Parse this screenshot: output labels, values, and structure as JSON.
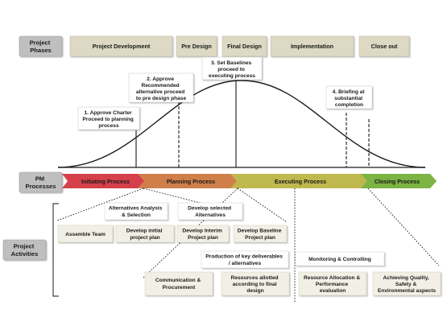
{
  "row_headers": {
    "phases": [
      "Project",
      "Phases"
    ],
    "pm": [
      "PM",
      "Processes"
    ],
    "activities": [
      "Project",
      "Activities"
    ]
  },
  "phases": [
    "Project Development",
    "Pre Design",
    "Final Design",
    "Implementation",
    "Close out"
  ],
  "milestones": [
    [
      "1. Approve Charter",
      "Proceed to planning",
      "process"
    ],
    [
      "2. Approve",
      "Recommended",
      "alternative proceed",
      "to pre design phase"
    ],
    [
      "3. Set Baselines",
      "proceed to",
      "executing process"
    ],
    [
      "4. Briefing at",
      "substantial",
      "completion"
    ]
  ],
  "processes": [
    "Initiating Process",
    "Planning Process",
    "Executing Process",
    "Closing Process"
  ],
  "activities": {
    "alternatives_analysis": [
      "Alternatives Analysis",
      "& Selection"
    ],
    "develop_selected": [
      "Develop selected",
      "Alternatives"
    ],
    "assemble_team": [
      "Assemble Team"
    ],
    "develop_initial": [
      "Develop initial",
      "project plan"
    ],
    "develop_interim": [
      "Develop Interim",
      "Project plan"
    ],
    "develop_baseline": [
      "Develop Baseline",
      "Project plan"
    ],
    "production": [
      "Production of key deliverables",
      "/ alternatives"
    ],
    "monitoring": [
      "Monitoring & Controlling"
    ],
    "communication": [
      "Communication &",
      "Procurement"
    ],
    "resources_allotted": [
      "Resources allotted",
      "according to final",
      "design"
    ],
    "resource_allocation": [
      "Resource Allocation &",
      "Performance",
      "evaluation"
    ],
    "achieving": [
      "Achieving Quality,",
      "Safety &",
      "Environmental aspects"
    ]
  },
  "colors": {
    "phase_box": "#ddd9c4",
    "header_box": "#bfbfbf",
    "activity_box": "#f2f0e6",
    "initiating": "#d6404a",
    "planning": "#d08a4c",
    "executing": "#b5c052",
    "closing": "#7cb342"
  }
}
